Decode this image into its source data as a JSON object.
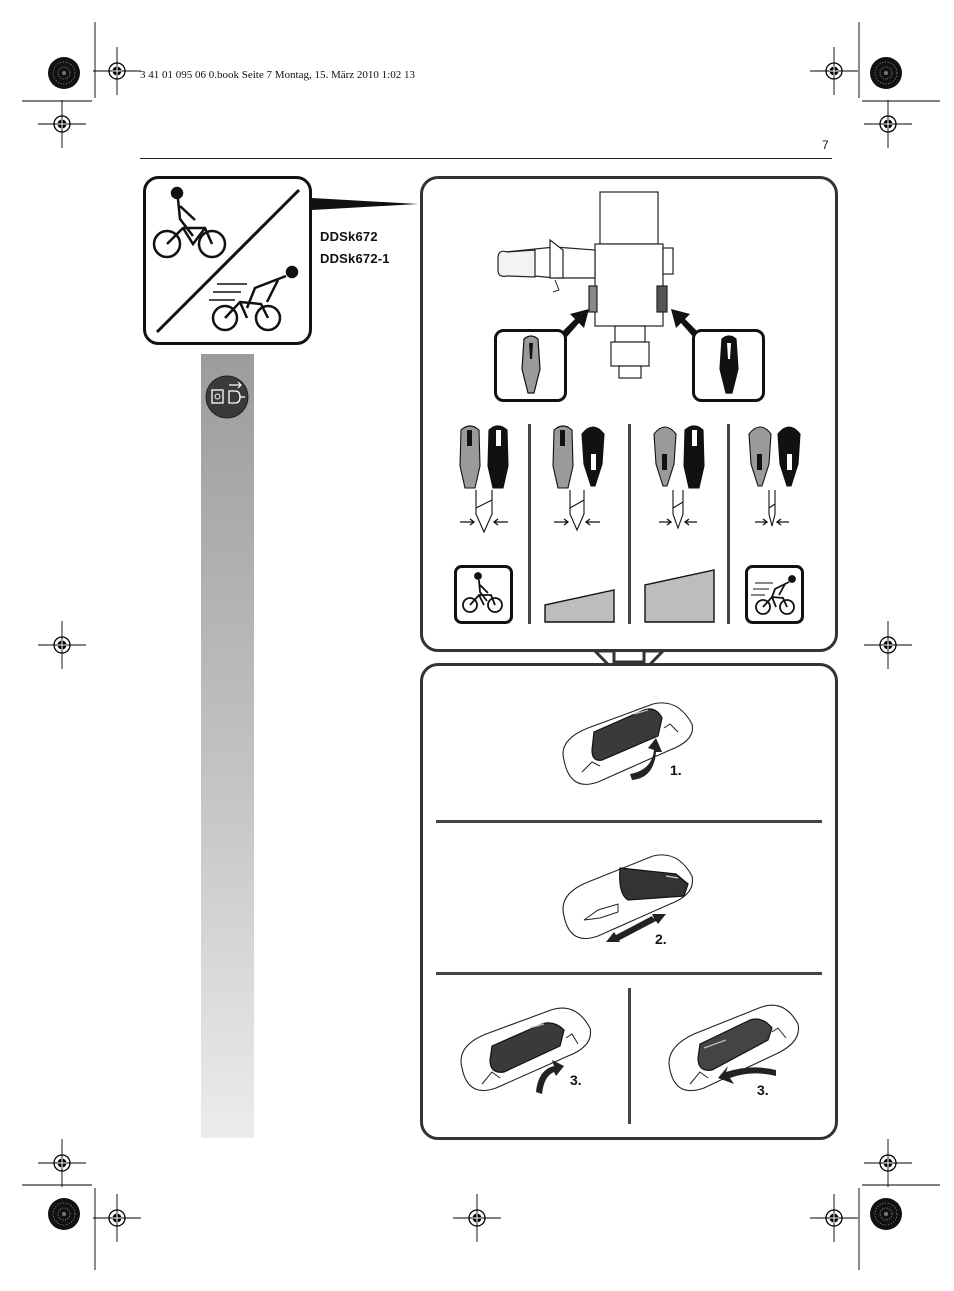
{
  "print_info": {
    "book_line": "3 41 01 095 06 0.book  Seite 7  Montag, 15. März 2010  1:02 13"
  },
  "page": {
    "number": "7"
  },
  "models": [
    "DDSk672",
    "DDSk672-1"
  ],
  "steps": {
    "step1": "1.",
    "step2": "2.",
    "step3a": "3.",
    "step3b": "3."
  },
  "colors": {
    "panel_border": "#333333",
    "cap_dark": "#111111",
    "cap_light": "#9a9a9a",
    "bar_gray": "#bdbdbd"
  },
  "icons": [
    "registration-mark-icon",
    "starburst-target-icon",
    "unplug-warning-icon",
    "cyclist-slow-icon",
    "cyclist-fast-icon",
    "drill-bit-icon",
    "speed-ramp-icon"
  ]
}
